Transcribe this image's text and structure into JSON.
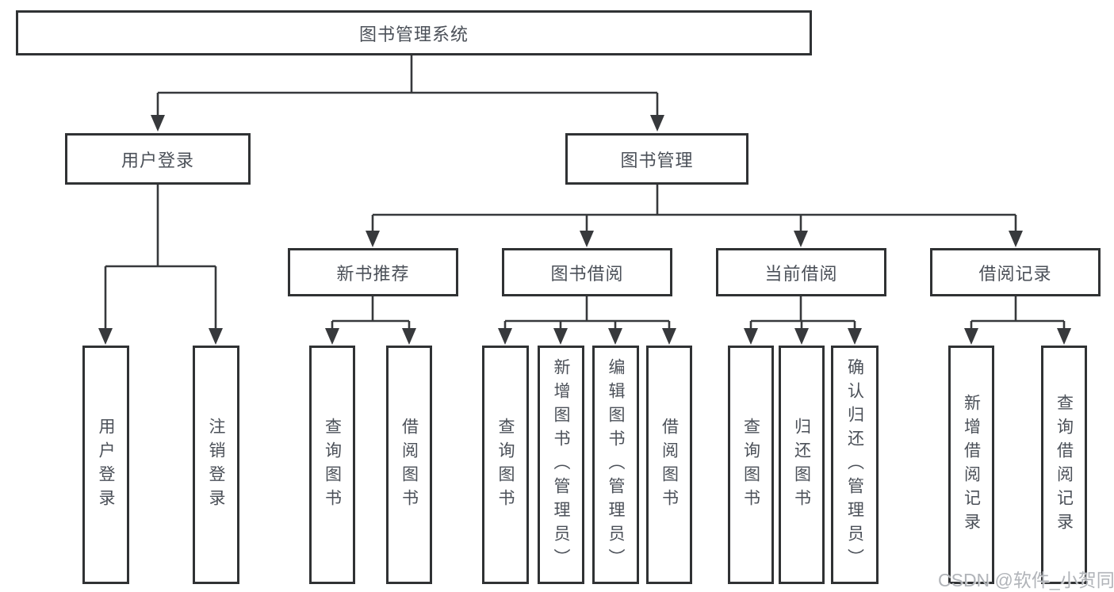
{
  "diagram": {
    "root": {
      "label": "图书管理系统"
    },
    "level2": [
      {
        "label": "用户登录"
      },
      {
        "label": "图书管理"
      }
    ],
    "level3": [
      {
        "label": "新书推荐"
      },
      {
        "label": "图书借阅"
      },
      {
        "label": "当前借阅"
      },
      {
        "label": "借阅记录"
      }
    ],
    "leaves": [
      {
        "label": "用户登录"
      },
      {
        "label": "注销登录"
      },
      {
        "label": "查询图书"
      },
      {
        "label": "借阅图书"
      },
      {
        "label": "查询图书"
      },
      {
        "label": "新增图书（管理员）"
      },
      {
        "label": "编辑图书（管理员）"
      },
      {
        "label": "借阅图书"
      },
      {
        "label": "查询图书"
      },
      {
        "label": "归还图书"
      },
      {
        "label": "确认归还（管理员）"
      },
      {
        "label": "新增借阅记录"
      },
      {
        "label": "查询借阅记录"
      }
    ]
  },
  "watermark": {
    "text": "CSDN @软件_小贺同学"
  },
  "colors": {
    "box_border": "#303234",
    "connector": "#37393c",
    "text": "#4b5058",
    "watermark": "#b1b4b9",
    "background": "#ffffff"
  }
}
